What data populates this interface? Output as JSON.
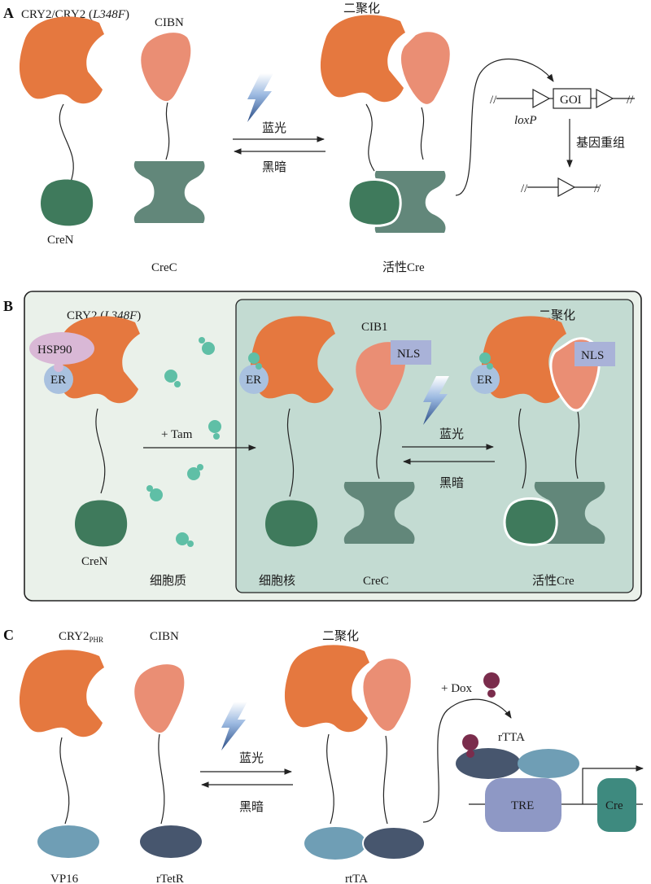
{
  "colors": {
    "cry2": "#e5783f",
    "cibn": "#ea8e74",
    "cren": "#3f7a5c",
    "crec": "#62877a",
    "er": "#a9c1df",
    "hsp90": "#d9b8d6",
    "tam": "#5fbfa6",
    "nls": "#a9b2d8",
    "vp16": "#6f9eb5",
    "rtetr": "#47566e",
    "tre": "#8e98c5",
    "cre_gene": "#3e8a7f",
    "dox": "#7a2c4c",
    "cytoplasm_bg": "#eaf1ea",
    "nucleus_bg": "#c3dbd2"
  },
  "panel_a": {
    "letter": "A",
    "cry2_label": "CRY2/CRY2 (",
    "cry2_mut": "L348F",
    "cry2_close": ")",
    "cibn_label": "CIBN",
    "dimer_label": "二聚化",
    "cren_label": "CreN",
    "crec_label": "CreC",
    "active_label": "活性Cre",
    "blue_light": "蓝光",
    "dark": "黑暗",
    "goi": "GOI",
    "loxp": "loxP",
    "recomb": "基因重组"
  },
  "panel_b": {
    "letter": "B",
    "cry2_label": "CRY2 (",
    "cry2_mut": "L348F",
    "cry2_close": ")",
    "hsp90": "HSP90",
    "er": "ER",
    "cib1": "CIB1",
    "nls": "NLS",
    "dimer_label": "二聚化",
    "tam": "+ Tam",
    "blue_light": "蓝光",
    "dark": "黑暗",
    "cren_label": "CreN",
    "cytoplasm": "细胞质",
    "nucleus": "细胞核",
    "crec_label": "CreC",
    "active_label": "活性Cre"
  },
  "panel_c": {
    "letter": "C",
    "cry2_label": "CRY2",
    "cry2_sub": "PHR",
    "cibn_label": "CIBN",
    "dimer_label": "二聚化",
    "blue_light": "蓝光",
    "dark": "黑暗",
    "dox": "+ Dox",
    "rtta_top": "rTTA",
    "tre": "TRE",
    "cre": "Cre",
    "vp16": "VP16",
    "rtetr": "rTetR",
    "rtta_bottom": "rtTA"
  }
}
